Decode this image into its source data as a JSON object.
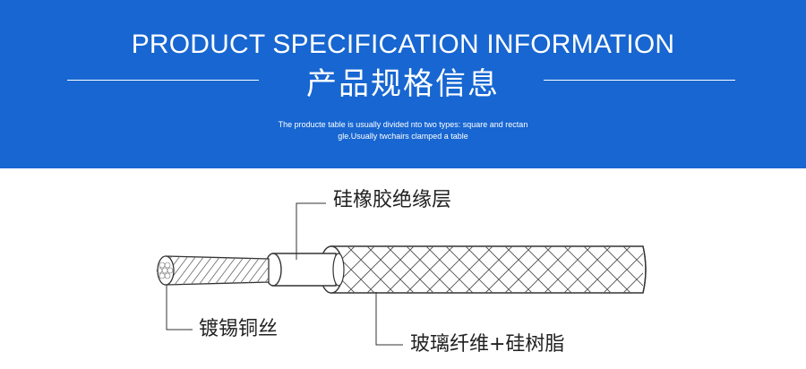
{
  "header": {
    "title_en": "PRODUCT SPECIFICATION INFORMATION",
    "title_cn": "产品规格信息",
    "subtitle_line1": "The producte table is usually divided nto two types: square and rectan",
    "subtitle_line2": "gle.Usually twchairs clamped a table"
  },
  "diagram": {
    "labels": {
      "insulation": "硅橡胶绝缘层",
      "conductor": "镀锡铜丝",
      "braid": "玻璃纤维+硅树脂"
    }
  },
  "colors": {
    "banner": "#1766d1",
    "text_on_banner": "#ffffff",
    "diagram_line": "#333333"
  }
}
